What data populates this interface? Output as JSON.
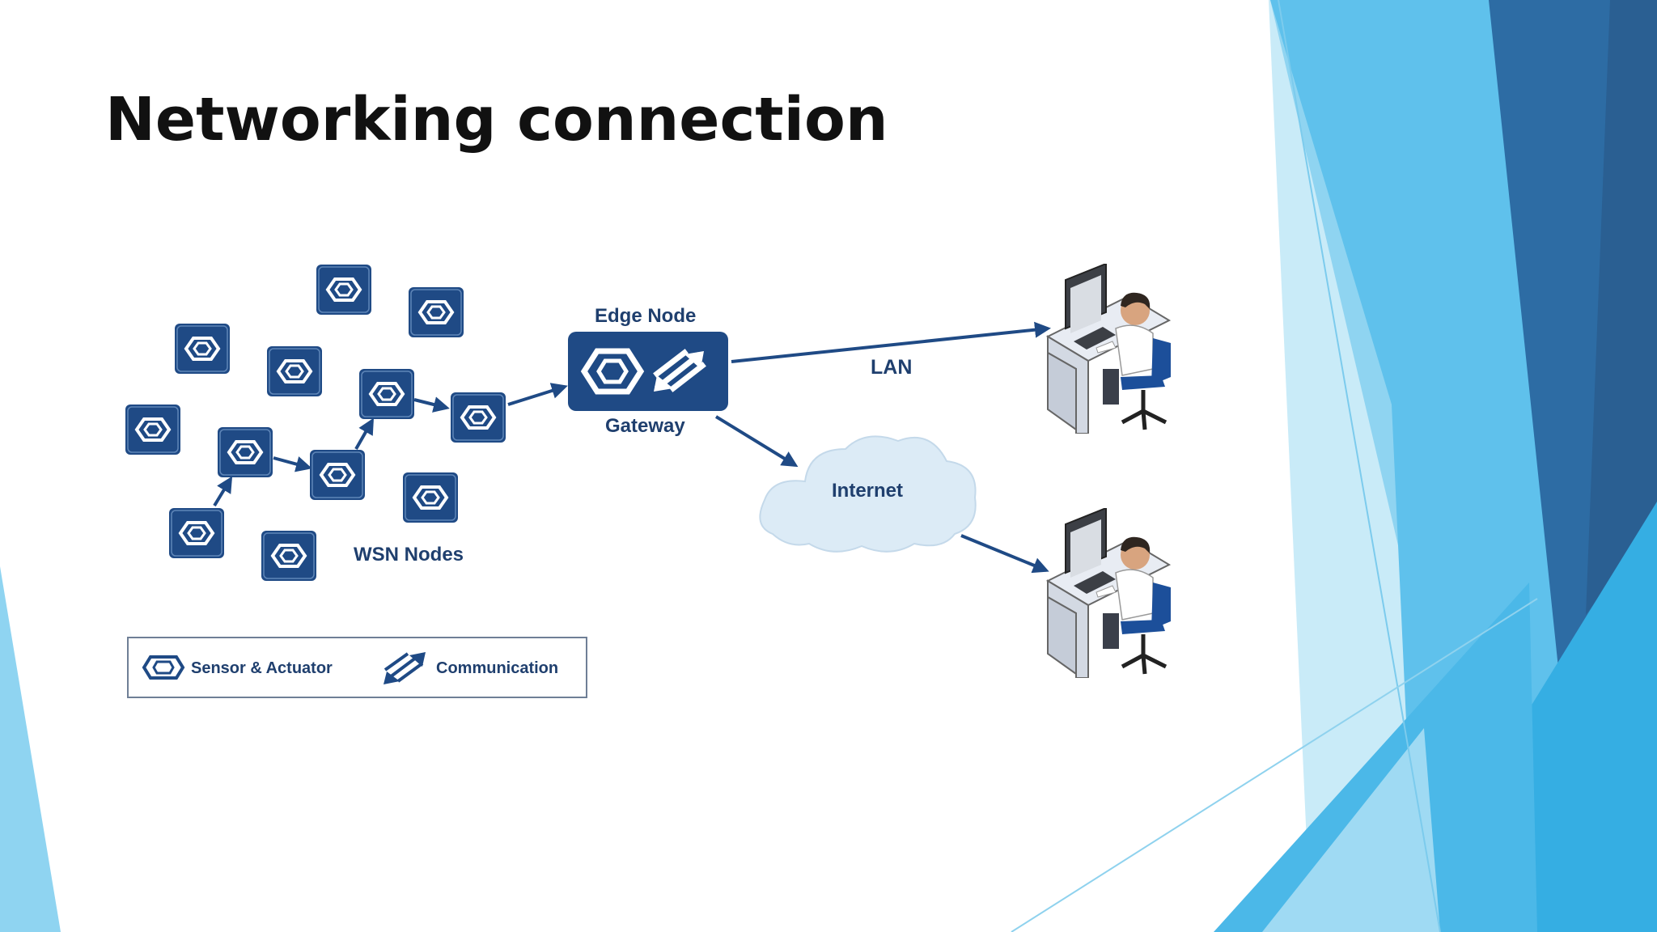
{
  "slide": {
    "title": "Networking connection",
    "accent_colors": [
      "#2b6ea6",
      "#3aa7dd",
      "#7ecfee",
      "#bfe6f7"
    ]
  },
  "diagram": {
    "node_color": "#1f4a85",
    "labels": {
      "wsn_nodes": "WSN Nodes",
      "edge_node": "Edge Node",
      "gateway": "Gateway",
      "lan": "LAN",
      "internet": "Internet"
    },
    "legend": {
      "sensor_actuator": "Sensor & Actuator",
      "communication": "Communication"
    }
  }
}
